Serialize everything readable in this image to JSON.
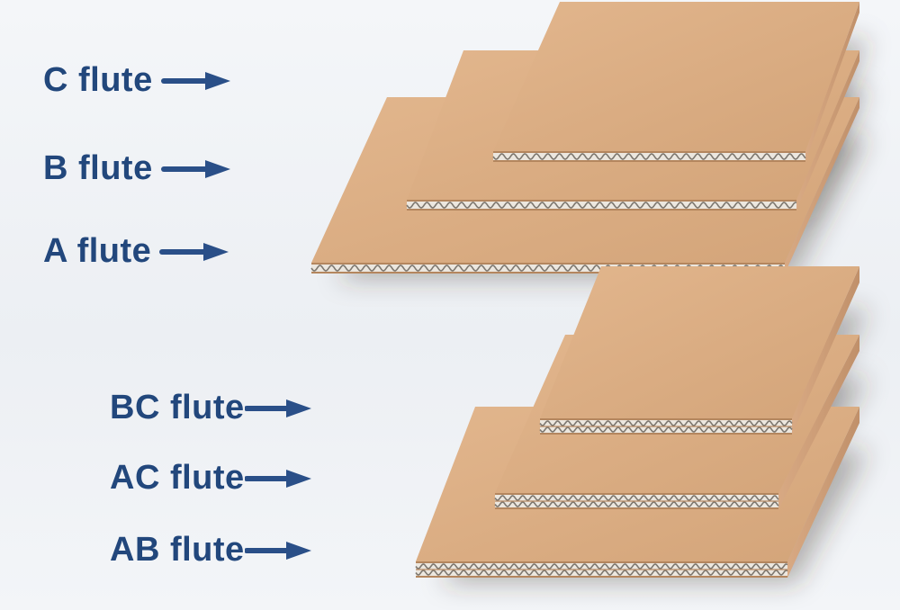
{
  "colors": {
    "label_text": "#22477c",
    "arrow": "#2a4f88",
    "board_top": "#dcae83",
    "board_front": "#b4865e",
    "board_side": "#c99a72",
    "flute_core": "#ece7df",
    "flute_wave": "#7d776f"
  },
  "labels": {
    "c_flute": "C flute",
    "b_flute": "B flute",
    "a_flute": "A flute",
    "bc_flute": "BC flute",
    "ac_flute": "AC flute",
    "ab_flute": "AB flute"
  },
  "icons": {
    "arrow": "arrow-right-icon"
  }
}
